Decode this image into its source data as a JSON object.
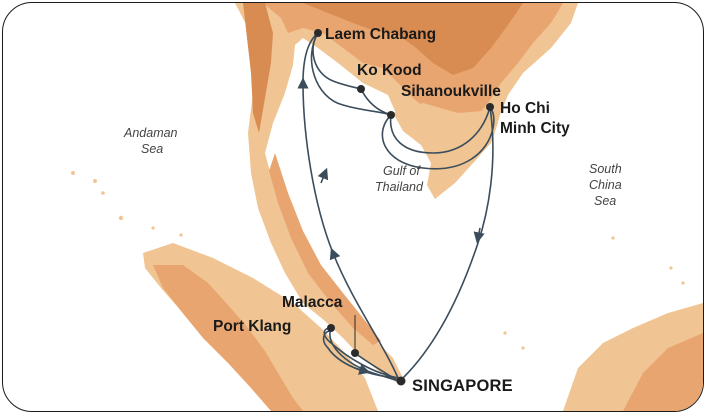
{
  "map": {
    "colors": {
      "land_base": "#f0c593",
      "land_mid": "#e9a56f",
      "land_high": "#d98c52",
      "route": "#3b4d5c",
      "port_dot": "#2b2b2b",
      "frame": "#1a1a1a"
    },
    "ports": [
      {
        "id": "laem-chabang",
        "label": "Laem Chabang"
      },
      {
        "id": "ko-kood",
        "label": "Ko Kood"
      },
      {
        "id": "sihanoukville",
        "label": "Sihanoukville"
      },
      {
        "id": "ho-chi-minh",
        "label_line1": "Ho Chi",
        "label_line2": "Minh City"
      },
      {
        "id": "malacca",
        "label": "Malacca"
      },
      {
        "id": "port-klang",
        "label": "Port Klang"
      },
      {
        "id": "singapore",
        "label": "SINGAPORE"
      }
    ],
    "seas": {
      "andaman_line1": "Andaman",
      "andaman_line2": "Sea",
      "gulf_line1": "Gulf of",
      "gulf_line2": "Thailand",
      "south_china_line1": "South",
      "south_china_line2": "China",
      "south_china_line3": "Sea"
    }
  }
}
